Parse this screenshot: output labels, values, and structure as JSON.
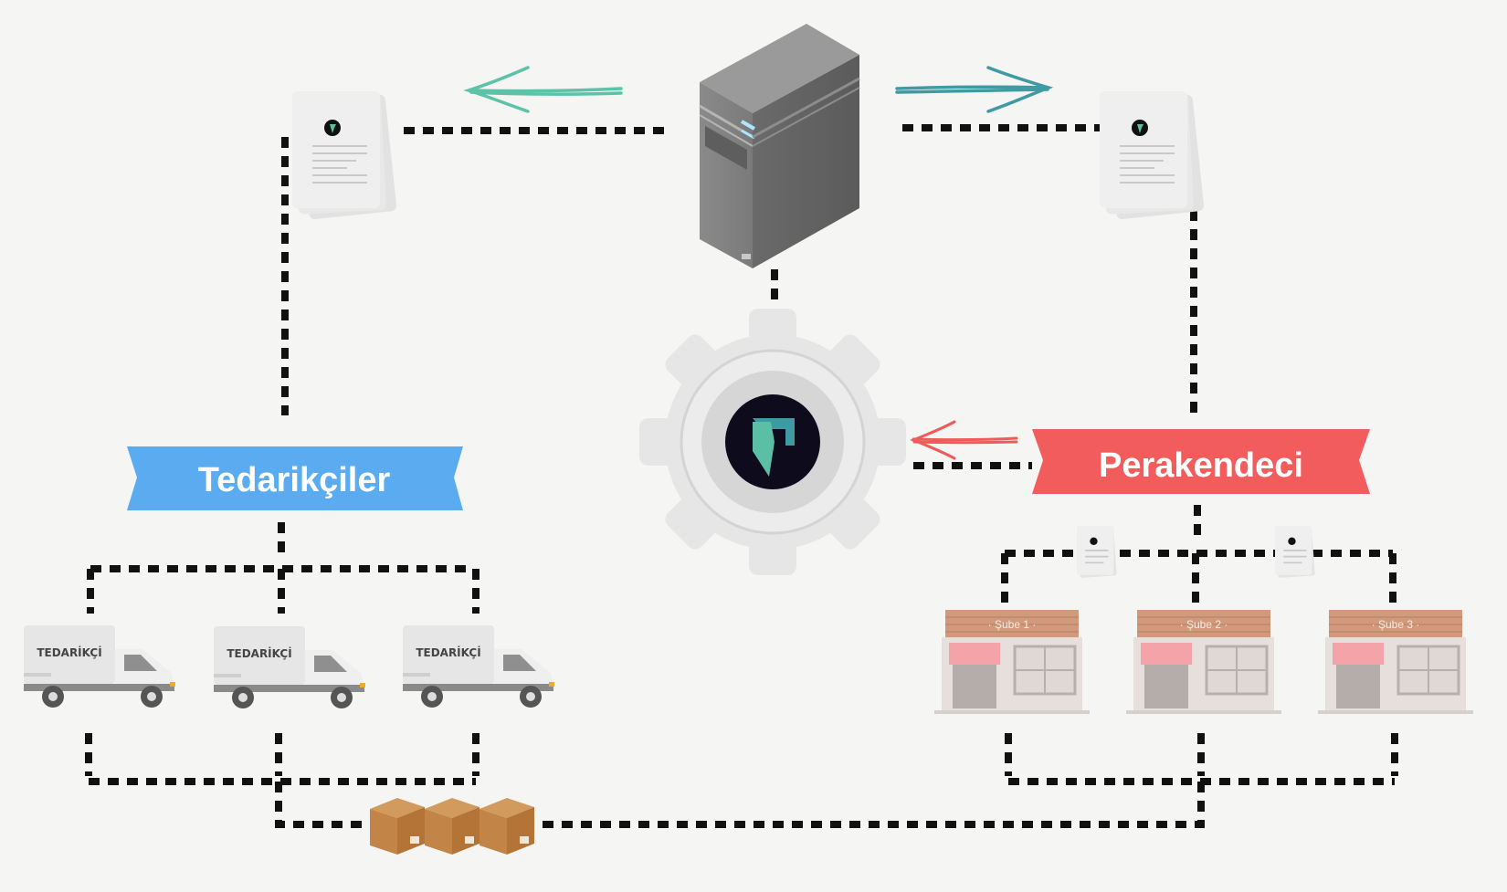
{
  "diagram": {
    "supplier_banner_label": "Tedarikçiler",
    "retailer_banner_label": "Perakendeci",
    "trucks": [
      {
        "label": "TEDARİKÇİ"
      },
      {
        "label": "TEDARİKÇİ"
      },
      {
        "label": "TEDARİKÇİ"
      }
    ],
    "stores": [
      {
        "label": "· Şube 1 ·"
      },
      {
        "label": "· Şube 2 ·"
      },
      {
        "label": "· Şube 3 ·"
      }
    ],
    "icons": {
      "server": "server-tower-icon",
      "gear": "gear-logo-icon",
      "document": "document-icon",
      "truck": "delivery-truck-icon",
      "store": "storefront-icon",
      "box": "cardboard-box-icon"
    }
  },
  "colors": {
    "background": "#f5f5f3",
    "supplier_banner": "#5aabf0",
    "retailer_banner": "#f25c5c",
    "arrow_teal_left": "#5cc2a8",
    "arrow_teal_right": "#3f9aa3",
    "arrow_red": "#f05a5a",
    "connector": "#111111",
    "logo_dark": "#0e0b1c",
    "logo_teal": "#5bbfa6"
  }
}
